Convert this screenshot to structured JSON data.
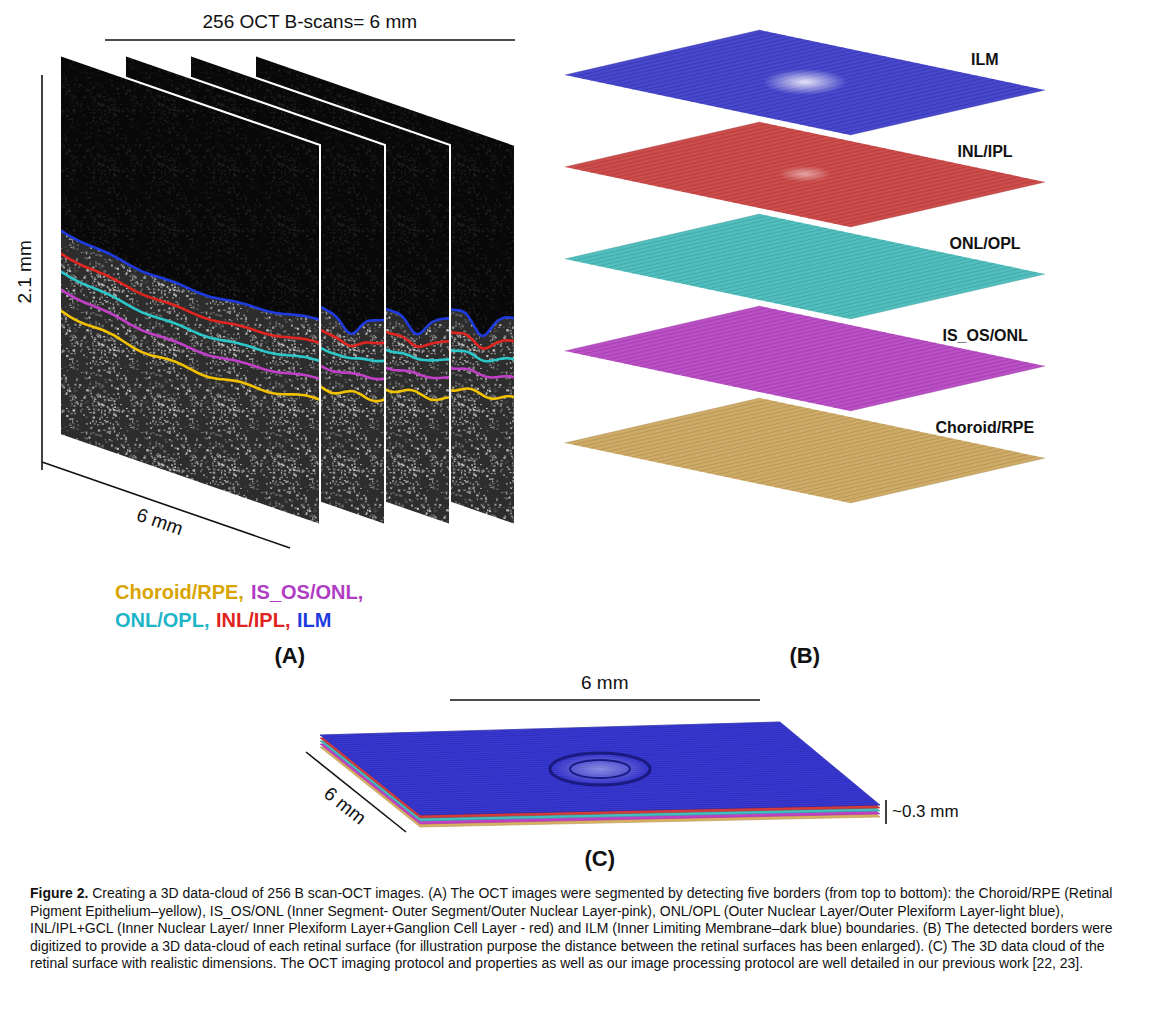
{
  "diagram": {
    "caption": "Figure 2. Creating a 3D data-cloud of 256 B scan-OCT images. (A) The OCT images were segmented by detecting five borders (from top to bottom): the Choroid/RPE (Retinal Pigment Epithelium–yellow), IS_OS/ONL (Inner Segment- Outer Segment/Outer Nuclear Layer-pink), ONL/OPL (Outer Nuclear Layer/Outer Plexiform Layer-light blue), INL/IPL+GCL (Inner Nuclear Layer/ Inner Plexiform Layer+Ganglion Cell Layer - red) and ILM (Inner Limiting Membrane–dark blue) boundaries. (B) The detected borders were digitized to provide a 3D data-cloud of each retinal surface (for illustration purpose the distance between the retinal surfaces has been enlarged). (C) The 3D data cloud of the retinal surface with realistic dimensions. The OCT imaging protocol and properties as well as our image processing protocol are well detailed in our previous work [22, 23].",
    "labels": [
      "256 OCT B-scans= 6 mm",
      "2.1 mm",
      "6 mm",
      "Choroid/RPE,",
      "IS_OS/ONL,",
      "ONL/OPL,",
      "INL/IPL,",
      "ILM",
      "(A)",
      "ILM",
      "INL/IPL",
      "ONL/OPL",
      "IS_OS/ONL",
      "Choroid/RPE",
      "(B)",
      "6 mm",
      "6 mm",
      "~0.3 mm",
      "(C)"
    ]
  }
}
